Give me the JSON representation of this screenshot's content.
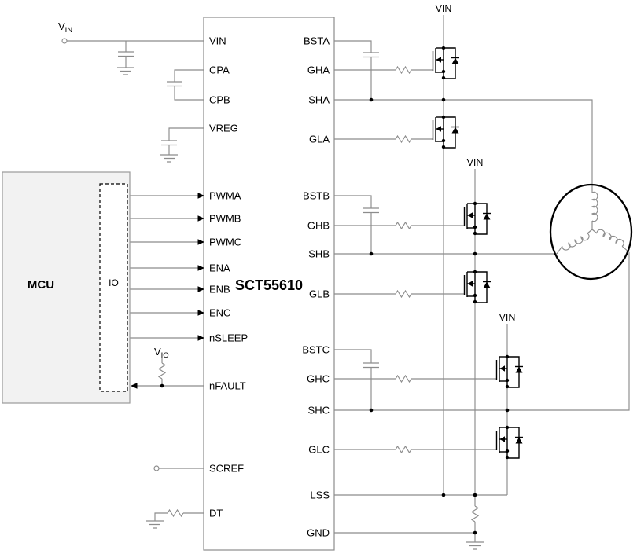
{
  "ic": {
    "name": "SCT55610",
    "left_pins": [
      "VIN",
      "CPA",
      "CPB",
      "VREG",
      "PWMA",
      "PWMB",
      "PWMC",
      "ENA",
      "ENB",
      "ENC",
      "nSLEEP",
      "nFAULT",
      "SCREF",
      "DT"
    ],
    "right_pins": [
      "BSTA",
      "GHA",
      "SHA",
      "GLA",
      "BSTB",
      "GHB",
      "SHB",
      "GLB",
      "BSTC",
      "GHC",
      "SHC",
      "GLC",
      "LSS",
      "GND"
    ]
  },
  "mcu": {
    "label": "MCU",
    "io_label": "IO"
  },
  "labels": {
    "vin_main": "V",
    "vin_sub": "IN",
    "vio_main": "V",
    "vio_sub": "IO",
    "rail_vin": "VIN"
  },
  "colors": {
    "wire": "#8c8c8c",
    "symbol": "#000000",
    "mcu_fill": "#f2f2f2",
    "mcu_border": "#9a9a9a",
    "ic_border": "#8c8c8c"
  }
}
